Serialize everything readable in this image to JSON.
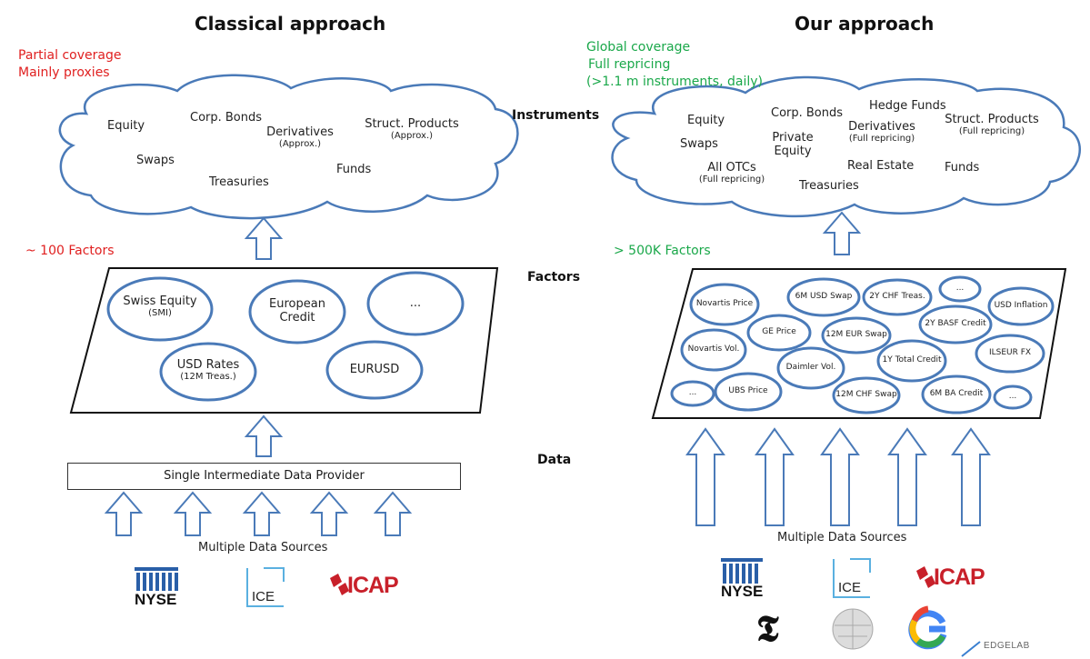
{
  "left": {
    "title": "Classical approach",
    "coverage": [
      "Partial coverage",
      "Mainly proxies"
    ],
    "factors_count": "~ 100 Factors",
    "instruments": {
      "equity": "Equity",
      "corp_bonds": "Corp. Bonds",
      "derivatives": "Derivatives",
      "derivatives_sub": "(Approx.)",
      "struct_products": "Struct. Products",
      "struct_sub": "(Approx.)",
      "swaps": "Swaps",
      "funds": "Funds",
      "treasuries": "Treasuries"
    },
    "factors": {
      "swiss_equity": "Swiss Equity",
      "swiss_equity_sub": "(SMI)",
      "european_credit_1": "European",
      "european_credit_2": "Credit",
      "ellipsis": "...",
      "usd_rates": "USD Rates",
      "usd_rates_sub": "(12M Treas.)",
      "eurusd": "EURUSD"
    },
    "provider": "Single Intermediate Data Provider",
    "sources_label": "Multiple Data Sources",
    "logos": {
      "nyse": "NYSE",
      "ice": "ICE",
      "icap": "ICAP"
    }
  },
  "middle": {
    "instruments": "Instruments",
    "factors": "Factors",
    "data": "Data"
  },
  "right": {
    "title": "Our approach",
    "coverage": [
      "Global coverage",
      "Full repricing",
      "(>1.1 m instruments, daily)"
    ],
    "factors_count": "> 500K Factors",
    "instruments": {
      "equity": "Equity",
      "corp_bonds": "Corp. Bonds",
      "hedge_funds": "Hedge Funds",
      "derivatives": "Derivatives",
      "derivatives_sub": "(Full repricing)",
      "struct_products": "Struct. Products",
      "struct_sub": "(Full repricing)",
      "swaps": "Swaps",
      "private_equity_1": "Private",
      "private_equity_2": "Equity",
      "all_otcs": "All OTCs",
      "all_otcs_sub": "(Full repricing)",
      "real_estate": "Real Estate",
      "funds": "Funds",
      "treasuries": "Treasuries"
    },
    "factors": {
      "novartis_price": "Novartis Price",
      "usd_swap_6m": "6M USD Swap",
      "chf_treas_2y": "2Y CHF Treas.",
      "dots1": "...",
      "usd_inflation": "USD Inflation",
      "ge_price": "GE Price",
      "eur_swap_12m": "12M EUR Swap",
      "basf_credit": "2Y BASF Credit",
      "novartis_vol": "Novartis Vol.",
      "daimler_vol": "Daimler Vol.",
      "total_credit": "1Y Total Credit",
      "ilseur_fx": "ILSEUR FX",
      "dots2": "...",
      "ubs_price": "UBS Price",
      "chf_swap_12m": "12M CHF Swap",
      "ba_credit": "6M BA Credit",
      "dots3": "..."
    },
    "sources_label": "Multiple Data Sources",
    "logos": {
      "nyse": "NYSE",
      "ice": "ICE",
      "icap": "ICAP",
      "edgelab": "EDGELAB"
    }
  },
  "colors": {
    "outline_blue": "#4a7ab8",
    "red": "#e02020",
    "green": "#1aa84a",
    "icap_red": "#c8202a",
    "nyse_blue": "#2a5fa8"
  }
}
